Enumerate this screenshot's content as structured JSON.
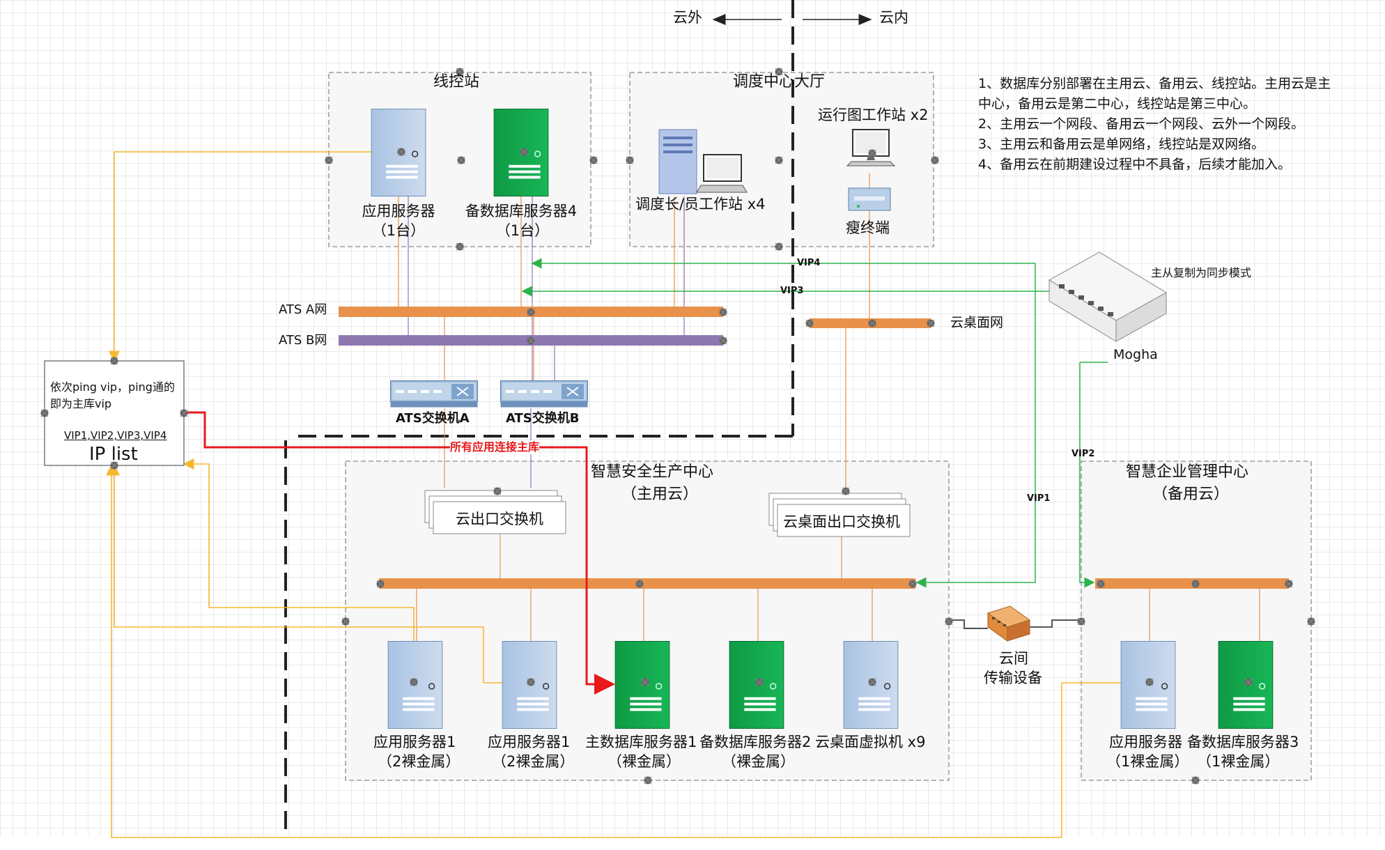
{
  "header": {
    "cloud_outside": "云外",
    "cloud_inside": "云内"
  },
  "zones": {
    "line_control": "线控站",
    "dispatch_hall": "调度中心大厅",
    "production_center": "智慧安全生产中心",
    "production_center_sub": "（主用云）",
    "enterprise_center": "智慧企业管理中心",
    "enterprise_center_sub": "（备用云）"
  },
  "notes": [
    "1、数据库分别部署在主用云、备用云、线控站。主用云是主",
    "中心，备用云是第二中心，线控站是第三中心。",
    "2、主用云一个网段、备用云一个网段、云外一个网段。",
    "3、主用云和备用云是单网络，线控站是双网络。",
    "4、备用云在前期建设过程中不具备，后续才能加入。"
  ],
  "line_control_devices": {
    "app_server": {
      "name": "应用服务器",
      "sub": "（1台）"
    },
    "backup_db4": {
      "name": "备数据库服务器4",
      "sub": "（1台）"
    }
  },
  "dispatch_devices": {
    "workstation_label": "调度长/员工作站  x4",
    "chart_workstation": "运行图工作站 x2",
    "thin_client": "瘦终端"
  },
  "networks": {
    "ats_a": "ATS A网",
    "ats_b": "ATS B网",
    "cloud_desktop_net": "云桌面网"
  },
  "switches": {
    "ats_a": "ATS交换机A",
    "ats_b": "ATS交换机B",
    "cloud_exit": "云出口交换机",
    "desktop_exit": "云桌面出口交换机"
  },
  "ip_list": {
    "line1": "依次ping vip，ping通的",
    "line2": "即为主库vip",
    "vips": "VIP1,VIP2,VIP3,VIP4",
    "title": "IP list"
  },
  "mogha": {
    "name": "Mogha",
    "note": "主从复制为同步模式"
  },
  "vip_labels": {
    "vip1": "VIP1",
    "vip2": "VIP2",
    "vip3": "VIP3",
    "vip4": "VIP4"
  },
  "red_link_label": "所有应用连接主库",
  "transport": {
    "line1": "云间",
    "line2": "传输设备"
  },
  "main_cloud_servers": [
    {
      "name": "应用服务器1",
      "sub": "（2裸金属）",
      "color": "blue"
    },
    {
      "name": "应用服务器1",
      "sub": "（2裸金属）",
      "color": "blue"
    },
    {
      "name": "主数据库服务器1",
      "sub": "（裸金属）",
      "color": "green"
    },
    {
      "name": "备数据库服务器2",
      "sub": "（裸金属）",
      "color": "green"
    },
    {
      "name": "云桌面虚拟机 x9",
      "sub": "",
      "color": "blue"
    }
  ],
  "backup_cloud_servers": [
    {
      "name": "应用服务器",
      "sub": "（1裸金属）",
      "color": "blue"
    },
    {
      "name": "备数据库服务器3",
      "sub": "（1裸金属）",
      "color": "green"
    }
  ],
  "colors": {
    "orange_bus": "#E8914A",
    "purple_bus": "#8E78B0",
    "green_line": "#2DB34A",
    "yellow_line": "#F5B82E",
    "red_line": "#E8191C",
    "server_blue": "#B9CFE8",
    "server_green": "#16A34A"
  }
}
